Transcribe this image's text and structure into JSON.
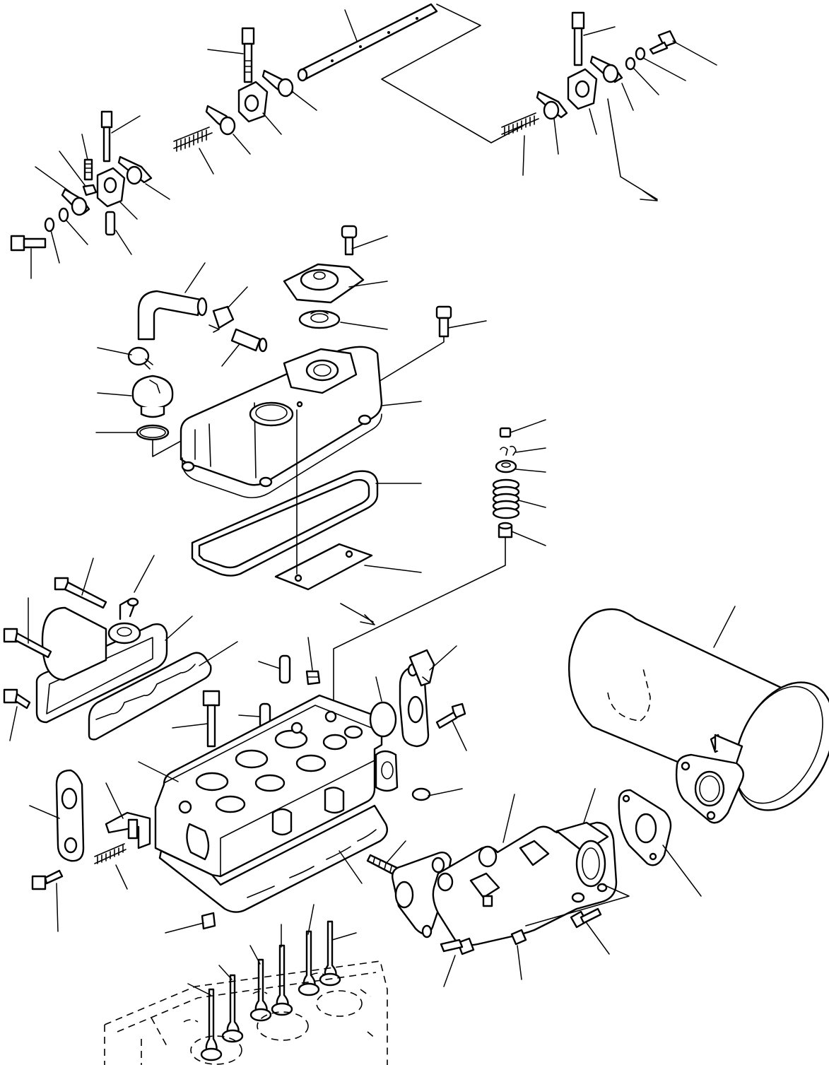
{
  "drawing": {
    "type": "exploded-parts-view",
    "line_color": "#000000",
    "background": "#ffffff",
    "components": [
      "rocker-shaft",
      "rocker-arm",
      "rocker-support",
      "rocker-spring",
      "bolt",
      "washer",
      "breather-hose",
      "hose-clamp",
      "breather-pipe",
      "breather-cover",
      "breather-valve",
      "oil-filler-cap",
      "o-ring",
      "cylinder-head-cover",
      "head-cover-gasket",
      "plate",
      "valve-cap",
      "valve-cotter",
      "valve-spring-retainer",
      "valve-spring",
      "valve-stem-seal",
      "intake-manifold",
      "intake-gasket",
      "cylinder-head",
      "head-gasket",
      "plug",
      "thermostat-gasket",
      "thermostat-housing",
      "stud",
      "exhaust-manifold",
      "exhaust-gasket",
      "muffler",
      "muffler-gasket",
      "valve",
      "cylinder-block"
    ]
  }
}
